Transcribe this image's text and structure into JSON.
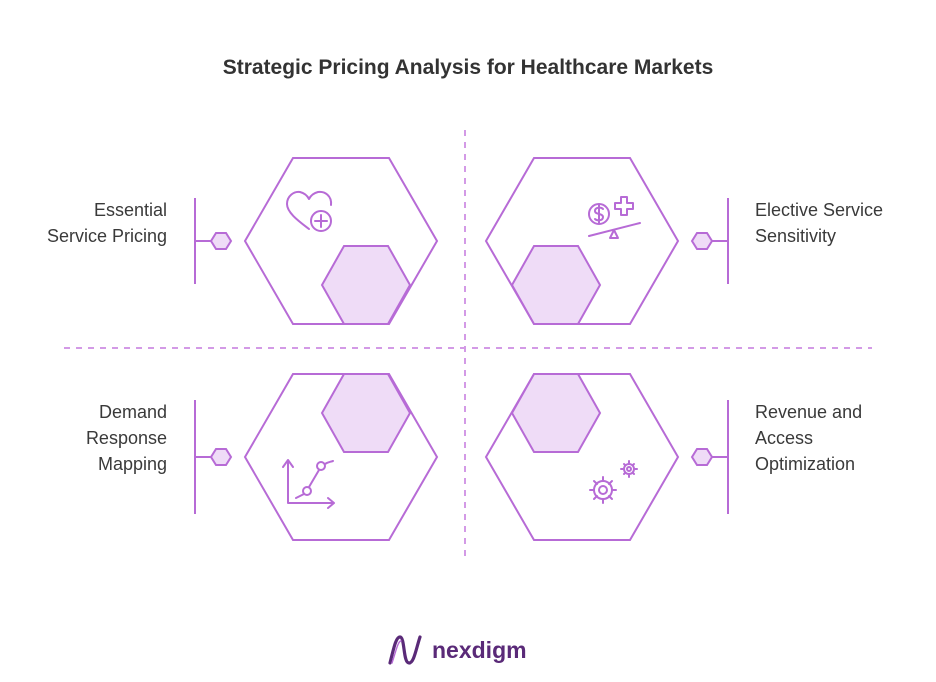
{
  "title": "Strategic Pricing Analysis for Healthcare Markets",
  "quadrants": [
    {
      "lines": [
        "Essential",
        "Service Pricing"
      ],
      "icon": "heart-plus-icon"
    },
    {
      "lines": [
        "Elective Service",
        "Sensitivity"
      ],
      "icon": "price-balance-icon"
    },
    {
      "lines": [
        "Demand",
        "Response",
        "Mapping"
      ],
      "icon": "trend-chart-icon"
    },
    {
      "lines": [
        "Revenue and",
        "Access",
        "Optimization"
      ],
      "icon": "gears-icon"
    }
  ],
  "brand": {
    "name": "nexdigm",
    "icon": "nexdigm-logo-icon"
  },
  "colors": {
    "stroke": "#b76bd6",
    "fill": "#efdcf7",
    "dash": "#d39ae6",
    "title": "#333333",
    "text": "#3a3a3a",
    "brand": "#5a2a78"
  }
}
